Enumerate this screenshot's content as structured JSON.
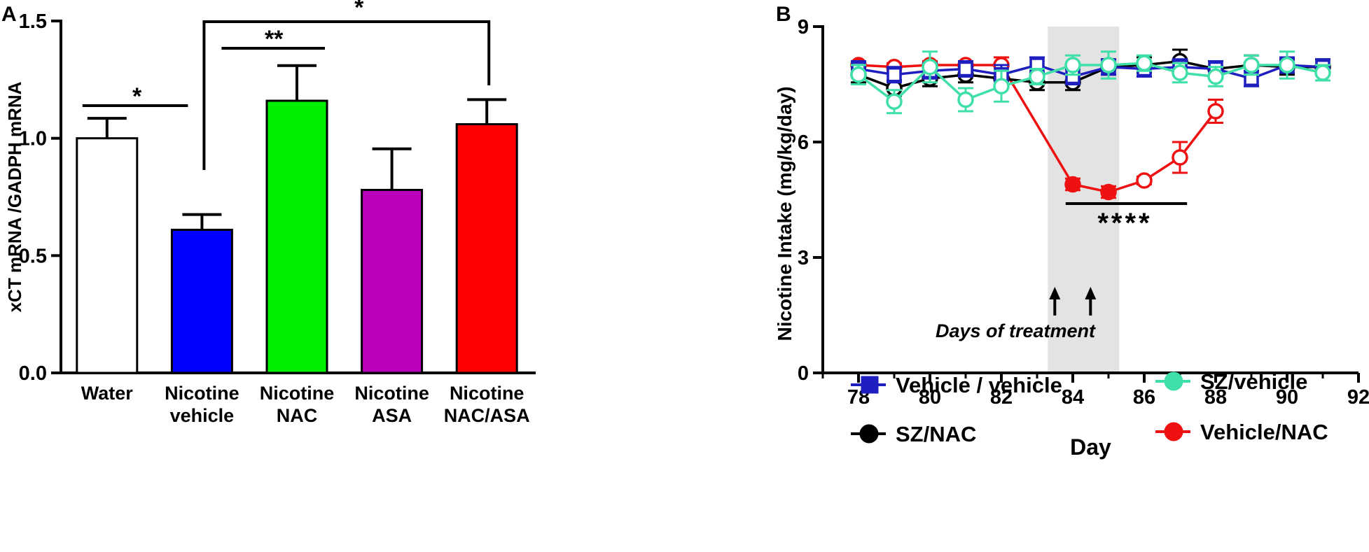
{
  "panels": {
    "a_label": "A",
    "b_label": "B"
  },
  "chart_data": [
    {
      "type": "bar",
      "panel": "A",
      "title": "",
      "ylabel": "xCT mRNA /GADPH mRNA",
      "xlabel": "",
      "ylim": [
        0,
        1.5
      ],
      "yticks": [
        "0.0",
        "0.5",
        "1.0",
        "1.5"
      ],
      "ytick_values": [
        0,
        0.5,
        1.0,
        1.5
      ],
      "categories": [
        [
          "Water"
        ],
        [
          "Nicotine",
          "vehicle"
        ],
        [
          "Nicotine",
          "NAC"
        ],
        [
          "Nicotine",
          "ASA"
        ],
        [
          "Nicotine",
          "NAC/ASA"
        ]
      ],
      "values": [
        1.0,
        0.61,
        1.16,
        0.78,
        1.06
      ],
      "errors": [
        0.085,
        0.065,
        0.15,
        0.175,
        0.105
      ],
      "colors": [
        "#ffffff",
        "#0000ff",
        "#00ee00",
        "#bb00bb",
        "#ff0000"
      ],
      "significance": [
        {
          "label": "*",
          "from": 0,
          "to": 1
        },
        {
          "label": "**",
          "from": 1,
          "to": 2
        },
        {
          "label": "*",
          "from": 1,
          "to": 4
        }
      ]
    },
    {
      "type": "line",
      "panel": "B",
      "title": "",
      "xlabel": "Day",
      "ylabel": "Nicotine Intake (mg/kg/day)",
      "xlim": [
        77,
        92
      ],
      "ylim": [
        0,
        9
      ],
      "xticks": [
        78,
        80,
        82,
        84,
        86,
        88,
        90,
        92
      ],
      "yticks": [
        0,
        3,
        6,
        9
      ],
      "treatment_band": [
        83.3,
        85.3
      ],
      "treatment_label": "Days of treatment",
      "arrows_x": [
        83.3,
        84.3
      ],
      "significance": {
        "label": "****",
        "from": 83.8,
        "to": 87.2,
        "y": 4.4
      },
      "x": [
        78,
        79,
        80,
        81,
        82,
        83,
        84,
        85,
        86,
        87,
        88,
        89,
        90,
        91
      ],
      "series": [
        {
          "name": "Vehicle / vehicle",
          "color": "#1f1fbf",
          "marker": "square",
          "filled": false,
          "values": [
            7.9,
            7.75,
            7.85,
            7.9,
            7.75,
            8.0,
            7.7,
            7.95,
            7.9,
            7.95,
            7.9,
            7.65,
            8.0,
            7.95
          ],
          "errors": [
            0.2,
            0.2,
            0.2,
            0.2,
            0.25,
            0.2,
            0.2,
            0.2,
            0.2,
            0.2,
            0.2,
            0.2,
            0.2,
            0.2
          ]
        },
        {
          "name": "SZ/vehicle",
          "color": "#3fdfa8",
          "marker": "circle",
          "filled": false,
          "values": [
            7.75,
            7.05,
            7.95,
            7.1,
            7.45,
            7.7,
            8.0,
            8.0,
            8.05,
            7.8,
            7.7,
            8.0,
            8.0,
            7.8
          ],
          "errors": [
            0.25,
            0.3,
            0.4,
            0.3,
            0.4,
            0.2,
            0.25,
            0.35,
            0.2,
            0.25,
            0.25,
            0.25,
            0.35,
            0.2
          ]
        },
        {
          "name": "SZ/NAC",
          "color": "#000000",
          "marker": "circle",
          "filled": false,
          "values": [
            7.75,
            7.4,
            7.65,
            7.75,
            7.65,
            7.55,
            7.55,
            7.95,
            8.0,
            8.1,
            7.9,
            8.0,
            7.95,
            7.95
          ],
          "errors": [
            0.2,
            0.2,
            0.2,
            0.2,
            0.2,
            0.2,
            0.2,
            0.2,
            0.2,
            0.3,
            0.2,
            0.25,
            0.2,
            0.2
          ]
        },
        {
          "name": "Vehicle/NAC",
          "color": "#ee1111",
          "marker": "circle",
          "filled": false,
          "filled_x": [
            78,
            84,
            85
          ],
          "values": [
            8.0,
            7.95,
            8.0,
            8.0,
            8.0,
            null,
            4.9,
            4.7,
            5.0,
            5.6,
            6.8,
            null,
            null,
            null
          ],
          "errors": [
            0.1,
            0.1,
            0.1,
            0.1,
            0.2,
            null,
            0.15,
            0.15,
            0.1,
            0.4,
            0.3,
            null,
            null,
            null
          ]
        }
      ],
      "legend": [
        "Vehicle / vehicle",
        "SZ/vehicle",
        "SZ/NAC",
        "Vehicle/NAC"
      ]
    }
  ]
}
